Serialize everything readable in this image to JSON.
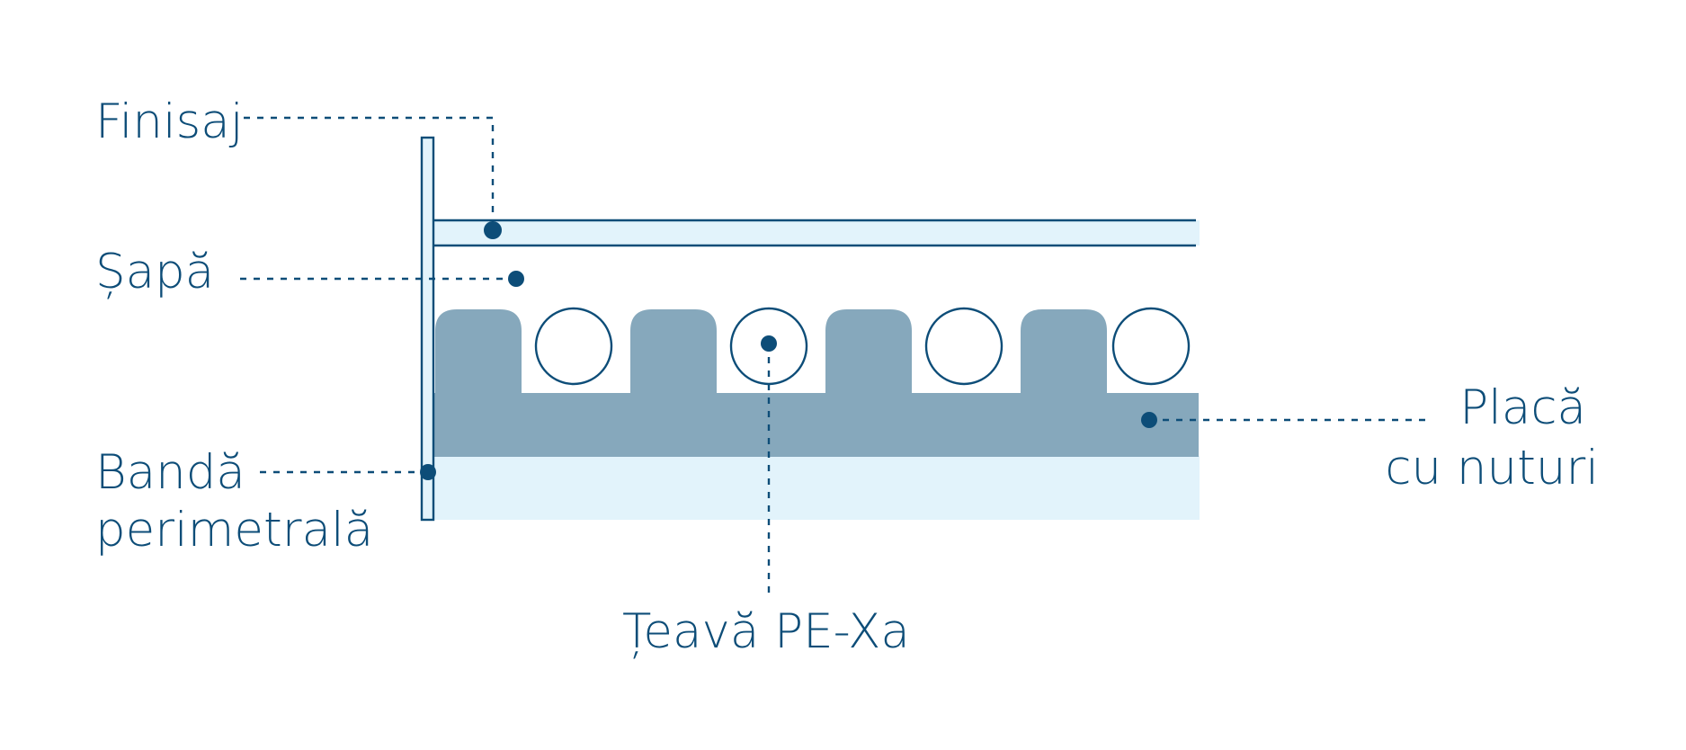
{
  "labels": {
    "finish": "Finisaj",
    "screed": "Șapă",
    "perimeter_line1": "Bandă",
    "perimeter_line2": "perimetrală",
    "pipe": "Țeavă PE-Xa",
    "panel_line1": "Placă",
    "panel_line2": "cu nuturi"
  },
  "colors": {
    "line": "#0d4d78",
    "light_fill": "#e2f3fb",
    "panel_fill": "#86a8bc",
    "background": "#ffffff"
  }
}
